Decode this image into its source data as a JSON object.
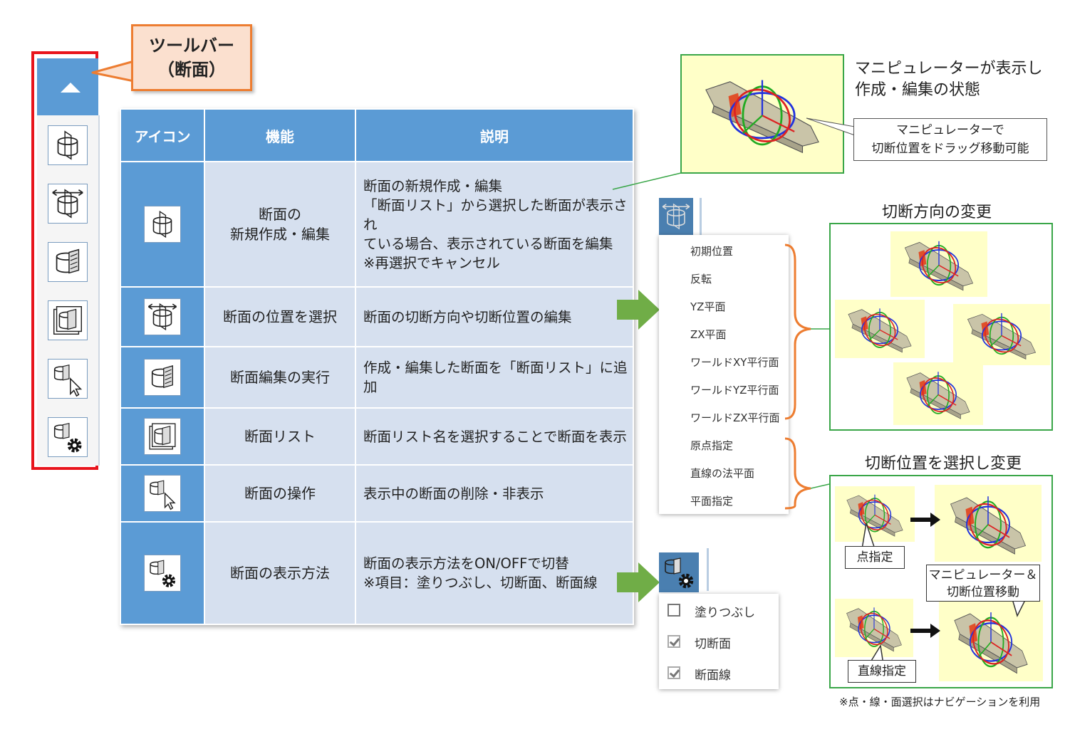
{
  "callout": {
    "line1": "ツールバー",
    "line2": "（断面）"
  },
  "toolbar": {
    "collapse_icon": "triangle-up-icon",
    "icons": [
      "section-new-icon",
      "section-position-icon",
      "section-execute-icon",
      "section-list-icon",
      "section-operate-icon",
      "section-display-icon"
    ]
  },
  "table": {
    "headers": {
      "icon": "アイコン",
      "function": "機能",
      "description": "説明"
    },
    "rows": [
      {
        "icon": "section-new-icon",
        "func_lines": [
          "断面の",
          "新規作成・編集"
        ],
        "desc_lines": [
          "断面の新規作成・編集",
          "「断面リスト」から選択した断面が表示され",
          "ている場合、表示されている断面を編集",
          "※再選択でキャンセル"
        ]
      },
      {
        "icon": "section-position-icon",
        "func_lines": [
          "断面の位置を選択"
        ],
        "desc_lines": [
          "断面の切断方向や切断位置の編集"
        ]
      },
      {
        "icon": "section-execute-icon",
        "func_lines": [
          "断面編集の実行"
        ],
        "desc_lines": [
          "作成・編集した断面を「断面リスト」に追加"
        ]
      },
      {
        "icon": "section-list-icon",
        "func_lines": [
          "断面リスト"
        ],
        "desc_lines": [
          "断面リスト名を選択することで断面を表示"
        ]
      },
      {
        "icon": "section-operate-icon",
        "func_lines": [
          "断面の操作"
        ],
        "desc_lines": [
          "表示中の断面の削除・非表示"
        ]
      },
      {
        "icon": "section-display-icon",
        "func_lines": [
          "断面の表示方法"
        ],
        "desc_lines": [
          "断面の表示方法をON/OFFで切替",
          "※項目：塗りつぶし、切断面、断面線"
        ]
      }
    ]
  },
  "position_menu": {
    "items": [
      "初期位置",
      "反転",
      "YZ平面",
      "ZX平面",
      "ワールドXY平行面",
      "ワールドYZ平行面",
      "ワールドZX平行面",
      "原点指定",
      "直線の法平面",
      "平面指定"
    ]
  },
  "display_menu": {
    "items": [
      {
        "label": "塗りつぶし",
        "checked": false
      },
      {
        "label": "切断面",
        "checked": true
      },
      {
        "label": "断面線",
        "checked": true
      }
    ]
  },
  "manipulator": {
    "title_line1": "マニピュレーターが表示し",
    "title_line2": "作成・編集の状態",
    "note_line1": "マニピュレーターで",
    "note_line2": "切断位置をドラッグ移動可能"
  },
  "direction_change": {
    "title": "切断方向の変更"
  },
  "position_change": {
    "title": "切断位置を選択し変更",
    "point_label": "点指定",
    "manip_label_line1": "マニピュレーター＆",
    "manip_label_line2": "切断位置移動",
    "line_label": "直線指定"
  },
  "footnote": "※点・線・面選択はナビゲーションを利用",
  "colors": {
    "header_blue": "#5b9bd5",
    "row_blue": "#d6e0ef",
    "toolbar_red": "#e8141c",
    "callout_orange": "#ed7d31",
    "callout_fill": "#fbe0cf",
    "arrow_green": "#70ad47",
    "panel_green": "#3aa648",
    "viewport_yellow": "#ffffc8"
  }
}
